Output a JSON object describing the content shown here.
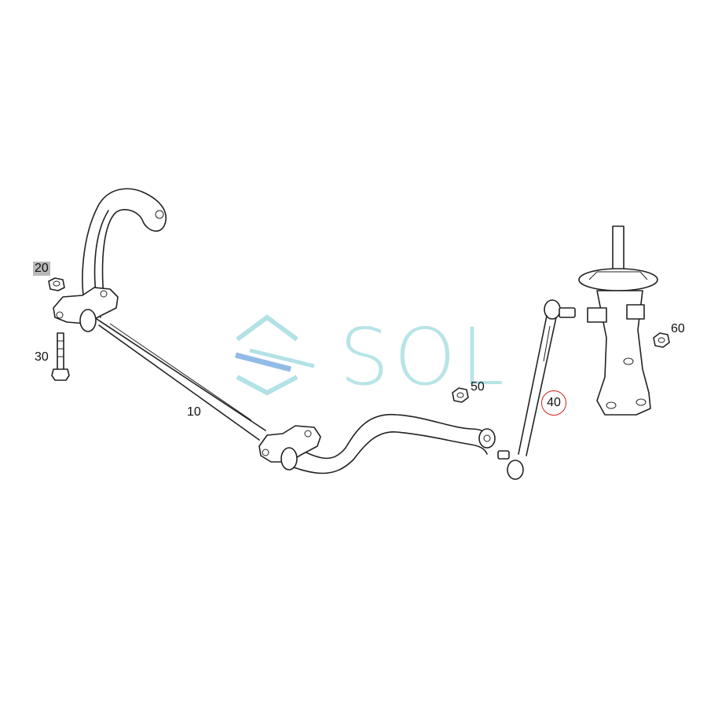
{
  "callouts": {
    "c10": "10",
    "c20": "20",
    "c30": "30",
    "c40": "40",
    "c50": "50",
    "c60": "60"
  },
  "watermark": {
    "text": "SOL",
    "color": "#7fcfd4",
    "accent_color": "#4a8fd8"
  },
  "highlight": {
    "circle_color": "#d42020",
    "badge_color": "#b8b8b8"
  }
}
